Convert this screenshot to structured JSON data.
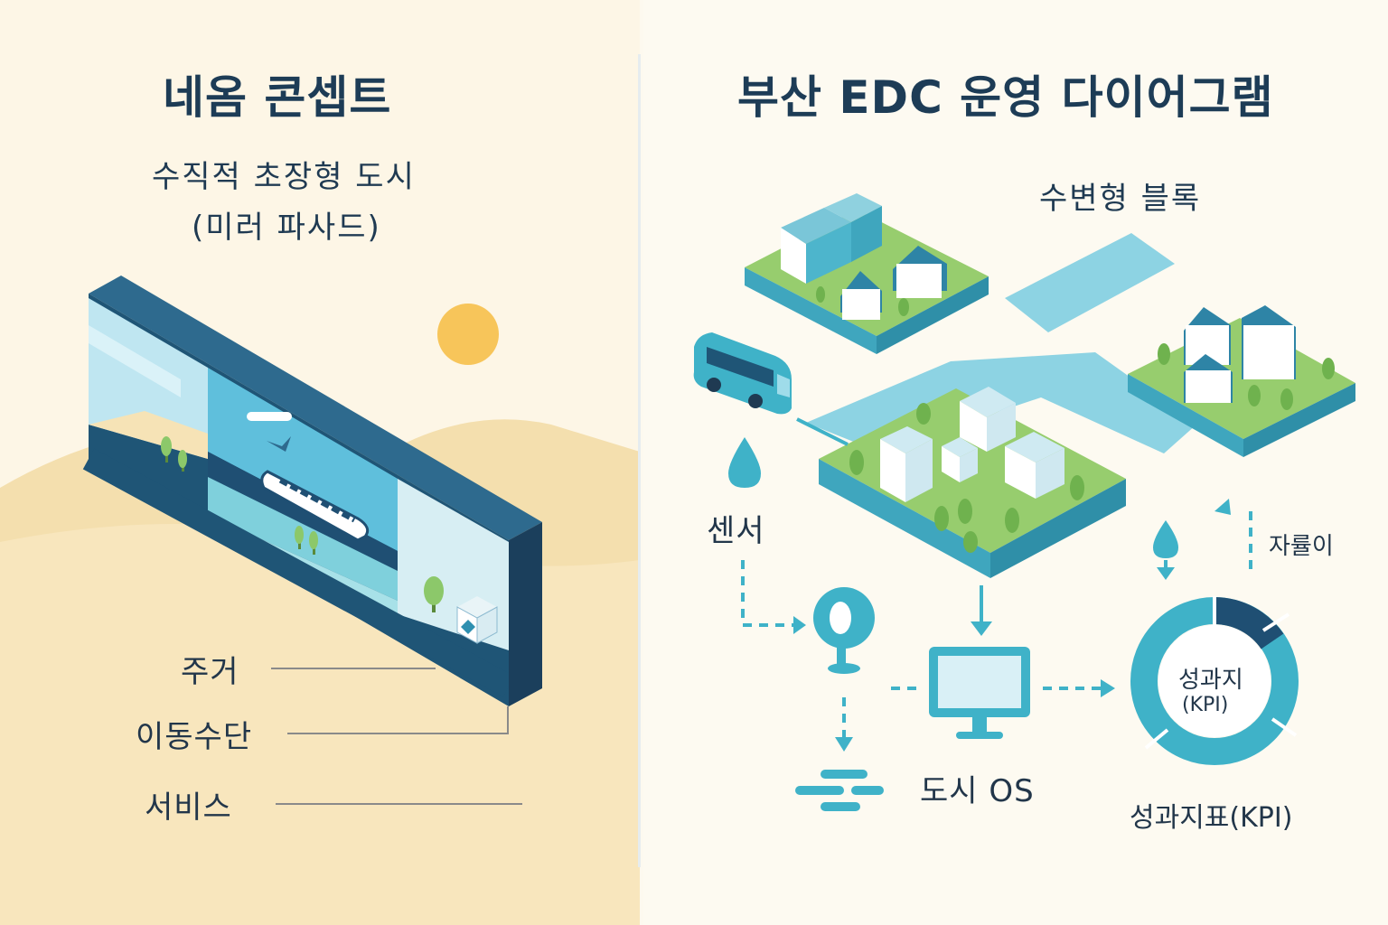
{
  "left": {
    "title": "네옴 콘셉트",
    "subtitle_line1": "수직적 초장형 도시",
    "subtitle_line2": "(미러 파사드)",
    "labels": {
      "housing": "주거",
      "mobility": "이동수단",
      "services": "서비스"
    }
  },
  "right": {
    "title": "부산 EDC 운영 다이어그램",
    "waterfront_block": "수변형 블록",
    "sensor": "센서",
    "autonomy": "자률이",
    "city_os": "도시 OS",
    "kpi_center_line1": "성과지",
    "kpi_center_line2": "(KPI)",
    "kpi_label": "성과지표(KPI)"
  },
  "colors": {
    "navy": "#1f4f73",
    "teal": "#3fb2c8",
    "light_blue": "#8dd3e3",
    "green": "#8cc86a",
    "sand": "#f5dfae",
    "sun": "#f7c55a"
  }
}
